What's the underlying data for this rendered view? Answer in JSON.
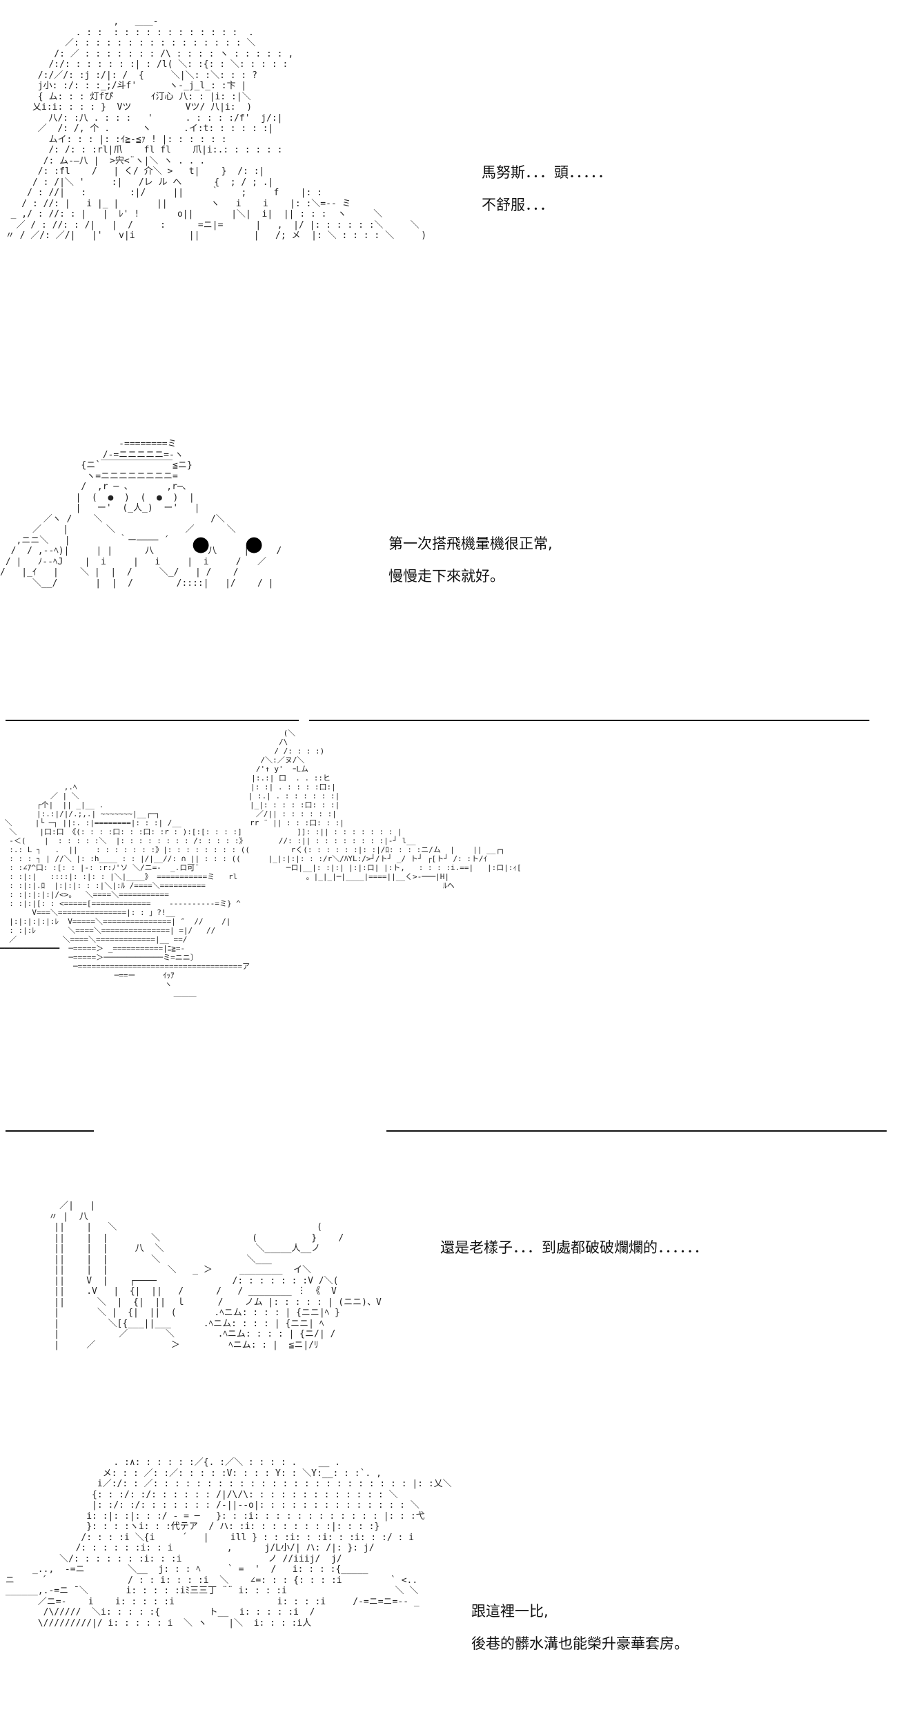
{
  "panels": [
    {
      "id": "panel-1",
      "dialog": [
        "馬努斯．．．頭．．．．．",
        "不舒服．．．"
      ],
      "art": "                     ,   ＿＿-\n              . : :  : : : : : : : : : : : :  .\n            ／: : : : : : : : : : : : : : : : ＼\n          /: ／ : : : : : : : /\\ : : : : ヽ : : : : : ,\n         /:/: : : : : : :| : /l( ＼: :{: : ＼: : : : :\n       /:/／/: :j :/|: /  {     ＼|＼: :＼: : : ?\n       j小: :/: : :_;/斗f'      ヽ-_j_l_: :卞 |\n       { ム: : : 灯fぴ       ｲ汀心 八: : |i: :|＼\n      乂i:i: : : : }  Vツ          Vツ/ 八|i:  )\n         八/: :八 . : : :   '      . : : : :/f'  j/:|\n       ／  /: /, 个 .      ヽ      .イ:t: : : : : :|\n         ムイ: : : |: :ｲ≧-≦ｧ ! |: : : : : :\n         /: /: : :rl|爪    fl fl    爪|i:.: : : : : :\n        /: ム-―八 |  >宍<¨ヽ|＼ ヽ . . .\n       /: :fl    /   | く/ 介＼ >   t|    }  /: :|\n      / : /|＼ '     :|   /レ ル へ      {  ; / ; .|\n     / : //|   :        :|/     ||     ｀    ;     f    |: :\n    / : //: |   i |_ |       ||        ヽ   i    i    |: :＼=-- ミ\n  _ ,/ : //: : |   |  ﾚ' !       o||       |＼|  i|  || : : :  ヽ     ＼\n   ／ / : //: : /|   |  /     :      =ニ|=      |   ,  |/ |: : : : : :＼     ＼\n 〃 / ／/: ／/|   |'   v|i          ||          |   /; メ  |: ＼ : : : : ＼     )"
    },
    {
      "id": "panel-2",
      "dialog": [
        "第一次搭飛機暈機很正常,",
        "慢慢走下來就好。"
      ],
      "art": "                      -========ミ\n                   /-=ニニニニニ=-ヽ\n               {ニ`￣￣￣￣￣￣￣￣≦ニ}\n                ヽ=ニニニニニニニニ=\n               /  ,r ─ ､       ,r─､\n              |  (  ●  )  (  ●  )  |\n              |   ー'  (_人_)  ー'   |\n        ／ヽ /    ＼                    /＼\n      ／    |       ＼             ／      ＼\n   ,ニニ＼   |         ｀ー──── ´     ヽ\n  /  / ,--ﾍ)|     | |      八          八     |     /\n / |   ﾉ--ﾍJ    |  i     |   i     |  i     /   ／\n/   |_ｲ   |    ＼ |  |  /     ＼_/   | /    /\n      ＼__/       |  |  /        /::::|   |/    / |"
    },
    {
      "id": "panel-3",
      "art": "                                                              (＼\n                                                             /\\\n                                                            / /: : : :)\n                                                         /＼:／ヌ/＼\n                                                        /'↑ y'  ｰLム\n                                                       |:.:| 口  . . ::ヒ\n              ,.ﾍ                                      |: :| . : : : :口:|\n           ／ | ＼                                     | :.| . : : : : : :|\n        ┌个|  || _|__ .                                |_|: : : : :口: : :|\n        |:.:|/|/.;,.| ~~~~~~~|__┌─┐                     ／/|| : : : : : :|\n ＼     |└ ─┐ ||:. :|========|: : :| /__               rr ¨ || : : :口: : :|\n  ＼     |口:口 《(: : : :口: : :口: :r : ):[:[: : : :]            ]]: :|| : : : : : : : |\n  -＜(    |  : : : : :＼  |: : : : : : : : /: : : : :》       //: :|| : : : : : : : :|-┘ l__\n  :.: L ┐   .  ||    : : : : : : :》|: : : : : : : : ((         rく(: : : : : :|: :|/ﾛ: : : :ニ/ム  |    || __┌┐\n  : : : ┐ | //＼ |: :h____ : : |/|__//: ∩ || : : : ((      |_|:|:|: : :/r＼/ﾊYL:/>┘/ト┘ _/ ト┘ ┌[ト┘ /: :ト/ｲ\n  : :∠ｱ^口: :[: : |-: :r:ﾉ'ソ ＼/ニ=-  _.ロ可¨                   ─ロ|__|: :|:| |:|:ロ| |:ト,   : : : :i.==|   |:ロ|:ｨ[\n  : :|:|   ::::|: :|: : |＼|____》 ===========ミ   rl               。|_|_|─|____|====||__く>-───|H|\n  : :|:|.ﾛ  |:|:|: : :|＼|:ﾙ /====＼==========                                                    ﾙヘ\n  : :|:|:|:|/<>。  ＼====＼===========\n  : :|:|[: : <=====[=============    ----------=ミ} ^\n       V===＼===============|: : 」?!__\n  |:|:|:|:|:ﾚ  V=====＼===============| ″  //    /|\n  : :|:ﾚ       ＼====＼===============| =|/   //\n  ／          ＼====＼=============|__ ==/\n━━━━━━━━━━━━━  ─=====＞ _===========|ﾆ≧=-\n               ─=====＞─────────────ミ=ニニ〕\n                ─====================================ア\n                         ─==ー      ｲｯｱ\n                                    ヽ\n                                      ＿＿＿"
    },
    {
      "id": "panel-4",
      "dialog": [
        "還是老樣子．．．到處都破破爛爛的．．．．．．"
      ],
      "art": "           ／|   |\n         〃 |  八\n          ||    |   ＼                                     (\n          ||    |  |        ＼                 (          }    /\n          ||    |  |     八  ＼                 ＼_____人__ノ\n          ||    |  |        ＼                ＼___\n          ||    |  |           ＼   _ ＞     ________  イ＼\n          ||    V  |    ┌────              /: : : : : : :V /＼(\n          ||    .V   |  {|  ||   /      /   / ________ ︙ 《  V\n          ||      ＼  |  {|  ||  ｌ      /    ノム |: : : : : | (ニニ)、V\n          |       ＼ |  {|  ||  (       .ﾍニム: : : : | {ニニ|ﾍ }\n          |         ＼[{___||___      .ﾍニム: : : : | {ニニ| ﾍ\n          |           ／       ＼        .ﾍニム: : : : | {ニ/| /\n          |     ／              ＞         ﾍニム: : |  ≦ニ|/ﾘ"
    },
    {
      "id": "panel-5",
      "dialog": [
        "跟這裡一比,",
        "後巷的髒水溝也能榮升豪華套房。"
      ],
      "art": "                     . :∧: : : : : :／{. :／＼ : : : : .    __ .\n                   メ: : : ／: :／: : : : :V: : : : Y: : ＼Y:__: : :`. ,\n                  i／:/: : ／: : : : : : : : : : : : : : : : : : : : : : : : |: :乂＼\n                 {: : :/: :/: : : : : : /|/\\/\\: : : : : : : : : : : : : ＼\n                 |: :/: :/: : : : : : : /-||--o|: : : : : : : : : : : : : : ＼\n                i: :|: :|: : :/ - = ─   }: : :i: : : : : : : : : : : : |: : :弋\n                }: : : :ヽi: : :代テア  / ハ: :i: : : : : : : :|: : : :}\n               /: : : :i ＼{i     ´   |    ill } : : :i: : :i: : :i: : :/ : i\n              /: : : : : :i: : i          ,      j/L小/| ハ: /|: }: j/\n           ＼/: : : : : : :i: : :i                ノ //iiij/  j/\n      _..,  -=ニ        ＼__  j: : : ﾍ     ` =  '  /   i: : : :{_____\n ニ     ´               / : : i: : : :i  ＼    ∠=: : : {: : : :i         ` <..\n ______,.-=ニ ̄ ＼       i: : : : :iﾐ三三丁 ¨¨ i: : : :i                    ＼ ＼\n       ／ニ=-    i    i: : : : :i                   i: : : :i     /-=ニ=ニ=-- _\n        /\\/////  ＼i: : : : :{         ト__  i: : : : :i  /\n       \\/////////|/ i: : : : : i  ＼ ヽ    |＼  i: : : :i人"
    }
  ]
}
